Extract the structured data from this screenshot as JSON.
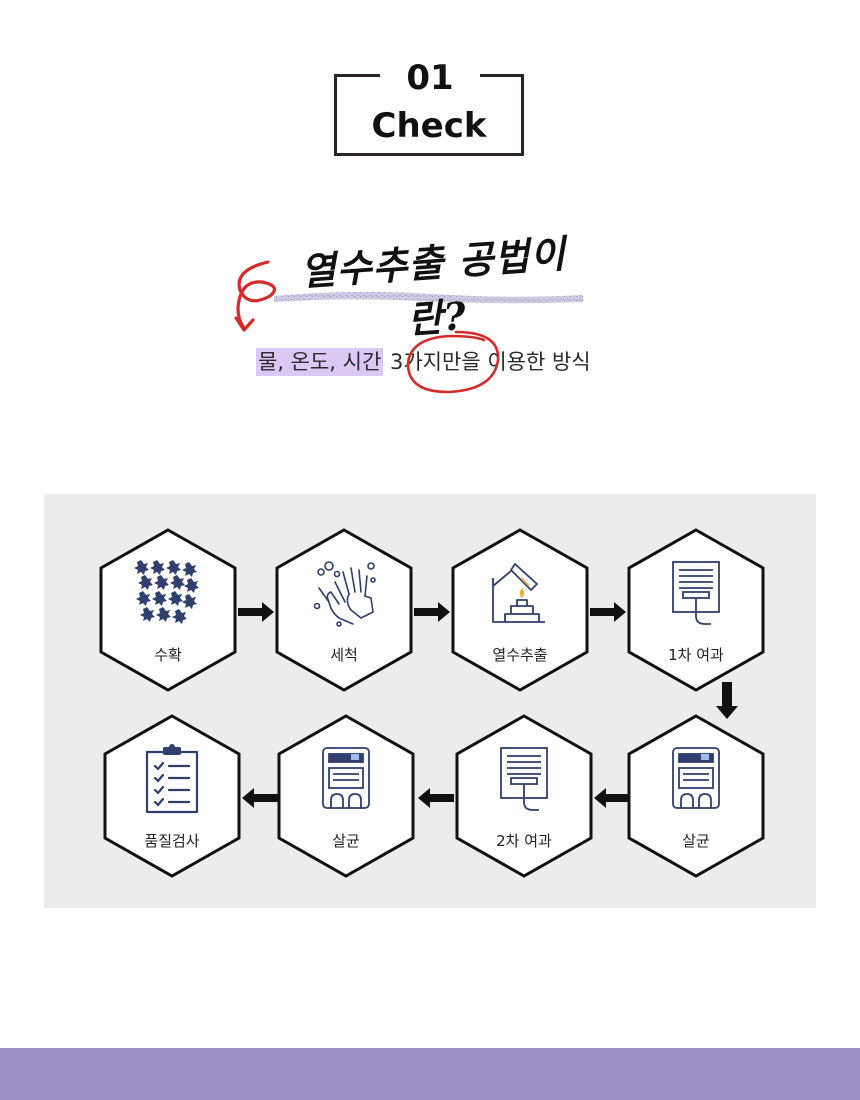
{
  "header": {
    "number": "01",
    "word": "Check"
  },
  "title": "열수추출 공법이란?",
  "subtitle": {
    "highlight": "물, 온도, 시간",
    "circled": "3가지만",
    "rest": "을 이용한 방식"
  },
  "process": {
    "steps": [
      {
        "label": "수확",
        "icon": "harvest-icon"
      },
      {
        "label": "세척",
        "icon": "washing-hands-icon"
      },
      {
        "label": "열수추출",
        "icon": "heat-extraction-icon"
      },
      {
        "label": "1차 여과",
        "icon": "filter-icon"
      },
      {
        "label": "살균",
        "icon": "sterilizer-icon"
      },
      {
        "label": "2차 여과",
        "icon": "filter-icon"
      },
      {
        "label": "살균",
        "icon": "sterilizer-icon"
      },
      {
        "label": "품질검사",
        "icon": "clipboard-checklist-icon"
      }
    ]
  },
  "colors": {
    "accent": "#9b8fc4",
    "highlight": "#dcc8f5",
    "mark_red": "#d42a2a",
    "icon_navy": "#2f3f6e",
    "panel_bg": "#ececec"
  }
}
